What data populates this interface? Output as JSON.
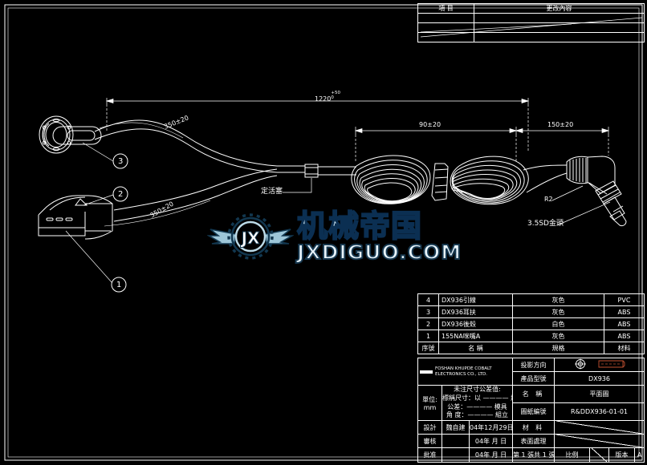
{
  "drawing": {
    "title": "平面圖",
    "product_model": "DX936",
    "drawing_number": "R&DDX936-01-01",
    "unit": "mm",
    "version": "A",
    "background_color": "#000000",
    "line_color": "#ffffff"
  },
  "revision_table": {
    "headers": [
      "項  目",
      "更改內容"
    ],
    "rows": [
      [
        "",
        ""
      ],
      [
        "",
        ""
      ],
      [
        "",
        ""
      ]
    ]
  },
  "dimensions": {
    "overall": {
      "value": "1220",
      "tol_up": "+50",
      "tol_dn": "0"
    },
    "upper_branch": {
      "value": "350±20"
    },
    "lower_branch": {
      "value": "350±20"
    },
    "coil_section": {
      "value": "90±20"
    },
    "tail_section": {
      "value": "150±20"
    }
  },
  "annotations": {
    "splitter": "定活塞",
    "radius": "R2",
    "plug": "3.5SD金頭"
  },
  "callouts": [
    {
      "id": "1",
      "label": "1"
    },
    {
      "id": "2",
      "label": "2"
    },
    {
      "id": "3",
      "label": "3"
    }
  ],
  "parts_table": {
    "headers": [
      "序號",
      "名  稱",
      "規格",
      "材料"
    ],
    "rows": [
      {
        "no": "4",
        "name": "DX936引線",
        "spec": "灰色",
        "material": "PVC"
      },
      {
        "no": "3",
        "name": "DX936耳扶",
        "spec": "灰色",
        "material": "ABS"
      },
      {
        "no": "2",
        "name": "DX936後殼",
        "spec": "白色",
        "material": "ABS"
      },
      {
        "no": "1",
        "name": "155NA咪嘴A",
        "spec": "灰色",
        "material": "ABS"
      }
    ]
  },
  "title_block": {
    "company_line1": "FOSHAN KHUPDE COBALT",
    "company_line2": "ELECTRONICS CO., LTD.",
    "unit_label": "單位:",
    "unit_value": "mm",
    "tolerance_title": "未注尺寸公差值:",
    "tolerance_line1": "標稱尺寸：以    ————    加工",
    "tolerance_line2": "公差：————    模具",
    "tolerance_line3": "角   度：————    組立",
    "projection_label": "投影方向",
    "model_label": "產品型號",
    "model_value": "DX936",
    "name_label": "名     稱",
    "name_value": "平面圖",
    "dwg_label": "圖紙編號",
    "dwg_value": "R&DDX936-01-01",
    "design_label": "設計",
    "design_name": "魏自建",
    "design_date": "04年12月29日",
    "material_label": "材     料",
    "material_value": "",
    "check_label": "審核",
    "check_name": "",
    "check_date": "04年   月   日",
    "surface_label": "表面處理",
    "surface_value": "",
    "approve_label": "批准",
    "approve_name": "",
    "approve_date": "04年   月   日",
    "page_label": "第 1 張共 1 張",
    "scale_label": "比例",
    "scale_value": "",
    "version_label": "版本",
    "version_value": "A"
  },
  "watermark": {
    "logo_text": "JX",
    "chinese": "机械帝国",
    "english": "JXDIGUO.COM",
    "color_light": "#cfe7f2",
    "color_dark": "#0b2f52"
  }
}
